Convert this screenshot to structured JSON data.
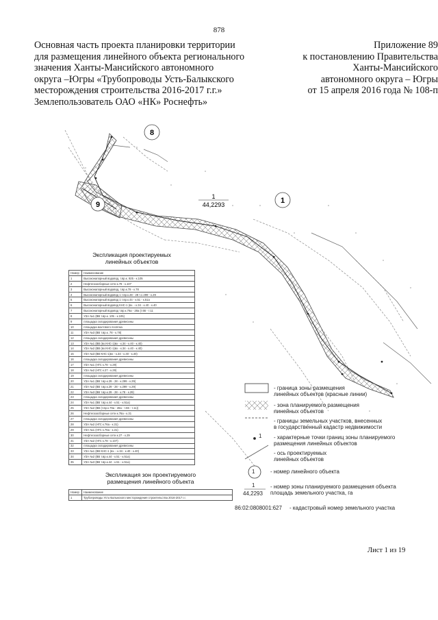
{
  "page_number": "878",
  "header_left": [
    "Основная часть проекта планировки территории",
    "для размещения линейного объекта регионального",
    "значения Ханты-Мансийского автономного",
    "округа –Югры «Трубопроводы Усть-Балыкского",
    "месторождения строительства 2016-2017 г.г.»",
    "Землепользователь ОАО «НК» Роснефть»"
  ],
  "header_right": [
    "Приложение 89",
    "к постановлению Правительства",
    "Ханты-Мансийского",
    "автономного округа – Югры",
    "от 15 апреля 2016 года № 108-п"
  ],
  "map_labels": {
    "object_8": "8",
    "object_9": "9",
    "object_1": "1",
    "zone_number": "1",
    "zone_area": "44,2293"
  },
  "explication_linear": {
    "title_line1": "Экспликация проектируемых",
    "title_line2": "линейных объектов",
    "col_number": "Номер",
    "col_name": "Наименование",
    "rows": [
      [
        "1",
        "Высоконапорный водовод, т.вр.к. 925 - к.105"
      ],
      [
        "2",
        "Нефтегазосборные сети к.78 - к.107"
      ],
      [
        "3",
        "Высоконапорный водовод, т.вр.к.78 - к.78"
      ],
      [
        "4",
        "Высоконапорный водовод 1 т.вр.к.28 - 28 т.1 299 - к.29"
      ],
      [
        "5",
        "Высоконапорный водовод 1 т.вр.к.44 - к.51 - к.51а"
      ],
      [
        "6",
        "Высоконапорный водовод КНС-1 (вх. - к.34 - к.40 - к.40"
      ],
      [
        "7",
        "Высоконапорный водовод т.вр.к.76а - 28а (т.66 - т.11"
      ],
      [
        "8",
        "УЗА №1 (ВВ т.вр.к. 105 - к.105)"
      ],
      [
        "9",
        "площадка складирования древесины"
      ],
      [
        "10",
        "площадка вахтового посёлка"
      ],
      [
        "11",
        "УЗА №3 (ВВ т.вр.к. 78 - к.78)"
      ],
      [
        "12",
        "площадка складирования древесины"
      ],
      [
        "13",
        "УЗА №1 (ВВ (вх.КНС-1)вх - к.34 - к.40 - к.40)"
      ],
      [
        "14",
        "УЗА №2 (ВВ (вх.КНС-1)вх - к.34 - к.40 - к.40)"
      ],
      [
        "15",
        "УЗА №3 (ВВ КНС-1)вх - к.34 - к.40 - к.40)"
      ],
      [
        "16",
        "площадка складирования древесины"
      ],
      [
        "17",
        "УЗА №1 (НГС к.78 - к.29)"
      ],
      [
        "18",
        "УЗА №2 (НГС к.27 - к.29)"
      ],
      [
        "19",
        "площадка складирования древесины"
      ],
      [
        "20",
        "УЗА №1 (ВВ т.вр.к.29 - 28 - к.299 - к.29)"
      ],
      [
        "21",
        "УЗА №2 (ВВ т.вр.к.29 - 28 - к.299 - к.29)"
      ],
      [
        "22",
        "УЗА №3 (ВВ т.вр.к.29 - 28 - к.78 - к.29)"
      ],
      [
        "23",
        "площадка складирования древесины"
      ],
      [
        "24",
        "УЗА №1 (ВВ т.вр.к.44 - к.51 - к.51а)"
      ],
      [
        "25",
        "УЗА №2 (ВВ (т.вр.к.76а - 28а - т.66 - т.11))"
      ],
      [
        "26",
        "Нефтегазосборные сети к.76а - к.31"
      ],
      [
        "27",
        "площадка складирования древесины"
      ],
      [
        "28",
        "УЗА №2 (НГС к.76а - к.31)"
      ],
      [
        "29",
        "УЗА №1 (НГС к.76а - к.31)"
      ],
      [
        "30",
        "Нефтегазосборные сети к.27 - к.29"
      ],
      [
        "31",
        "УЗА №2 (НГС к.78 - к.107)"
      ],
      [
        "32",
        "площадка складирования древесины"
      ],
      [
        "33",
        "УЗА №1 (ВВ КНС-1 (вх. - к.34 - к.40 - к.40)"
      ],
      [
        "34",
        "УЗА №2 (ВВ т.вр.к.44 - к.51 - к.51а)"
      ],
      [
        "35",
        "УЗА №3 (ВВ т.вр.к.44 - к.51 - к.51а)"
      ]
    ]
  },
  "explication_zones": {
    "title_line1": "Экспликация зон проектируемого",
    "title_line2": "размещения линейного объекта",
    "col_number": "Номер",
    "col_name": "Наименование",
    "rows": [
      [
        "1",
        "Трубопроводы Усть-Балыкского месторождения строительства 2016-2017 г.г."
      ]
    ]
  },
  "legend": [
    {
      "symbol": "red-boundary",
      "text": [
        "- граница зоны размещения",
        "линейных объектов (красные линии)"
      ]
    },
    {
      "symbol": "hatch-zone",
      "text": [
        "- зона планируемого размещения",
        "линейных объектов"
      ]
    },
    {
      "symbol": "cadastral-boundary",
      "text": [
        "- границы земельных участков, внесенных",
        "в государственный кадастр недвижимости"
      ]
    },
    {
      "symbol": "point",
      "label": "1",
      "text": [
        "- характерные точки границ зоны планируемого",
        "размещения линейных объектов"
      ]
    },
    {
      "symbol": "axis-line",
      "text": [
        "- ось проектируемых",
        "линейных объектов"
      ]
    },
    {
      "symbol": "object-number",
      "label": "1",
      "text": [
        "- номер линейного объекта"
      ]
    },
    {
      "symbol": "zone-number",
      "label": "1",
      "label2": "44,2293",
      "text": [
        "- номер зоны планируемого размещения объекта",
        "площадь земельного участка, га"
      ]
    },
    {
      "symbol": "cadastral-number",
      "label": "86:02:0808001:627",
      "text": [
        "- кадастровый номер земельного участка"
      ]
    }
  ],
  "sheet": "Лист 1 из 19",
  "colors": {
    "map_line": "#555555",
    "hatch": "#888888",
    "text": "#111111"
  }
}
